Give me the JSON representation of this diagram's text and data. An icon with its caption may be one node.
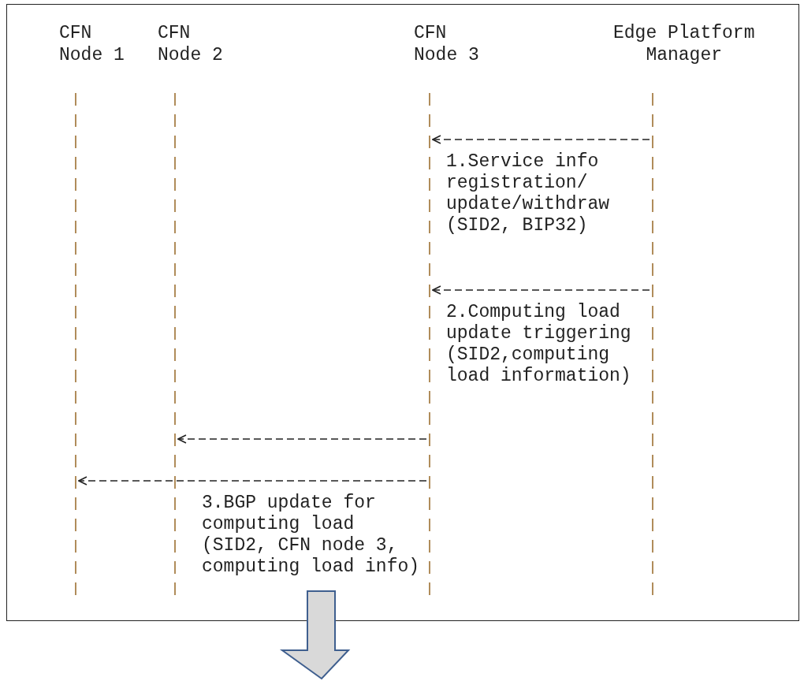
{
  "diagram": {
    "nodes": [
      {
        "text": [
          "CFN Node 1"
        ]
      },
      {
        "text": [
          "CFN Node 2"
        ]
      },
      {
        "text": [
          "CFN Node 3"
        ]
      },
      {
        "text": [
          "Edge Platform Manager"
        ]
      }
    ],
    "edges": [
      {
        "from": 3,
        "to": 2,
        "arrow": "to",
        "style": "dashed",
        "label": "1.Service info registration/ update/withdraw (SID2, BIP32)"
      },
      {
        "from": 3,
        "to": 2,
        "arrow": "to",
        "style": "dashed",
        "label": "2.Computing load update triggering (SID2,computing load information)"
      },
      {
        "from": 2,
        "to": 1,
        "arrow": "to",
        "style": "dashed"
      },
      {
        "from": 2,
        "to": 0,
        "arrow": "to",
        "style": "dashed",
        "label": "3.BGP update for computing load (SID2, CFN node 3, computing load info)"
      }
    ]
  }
}
